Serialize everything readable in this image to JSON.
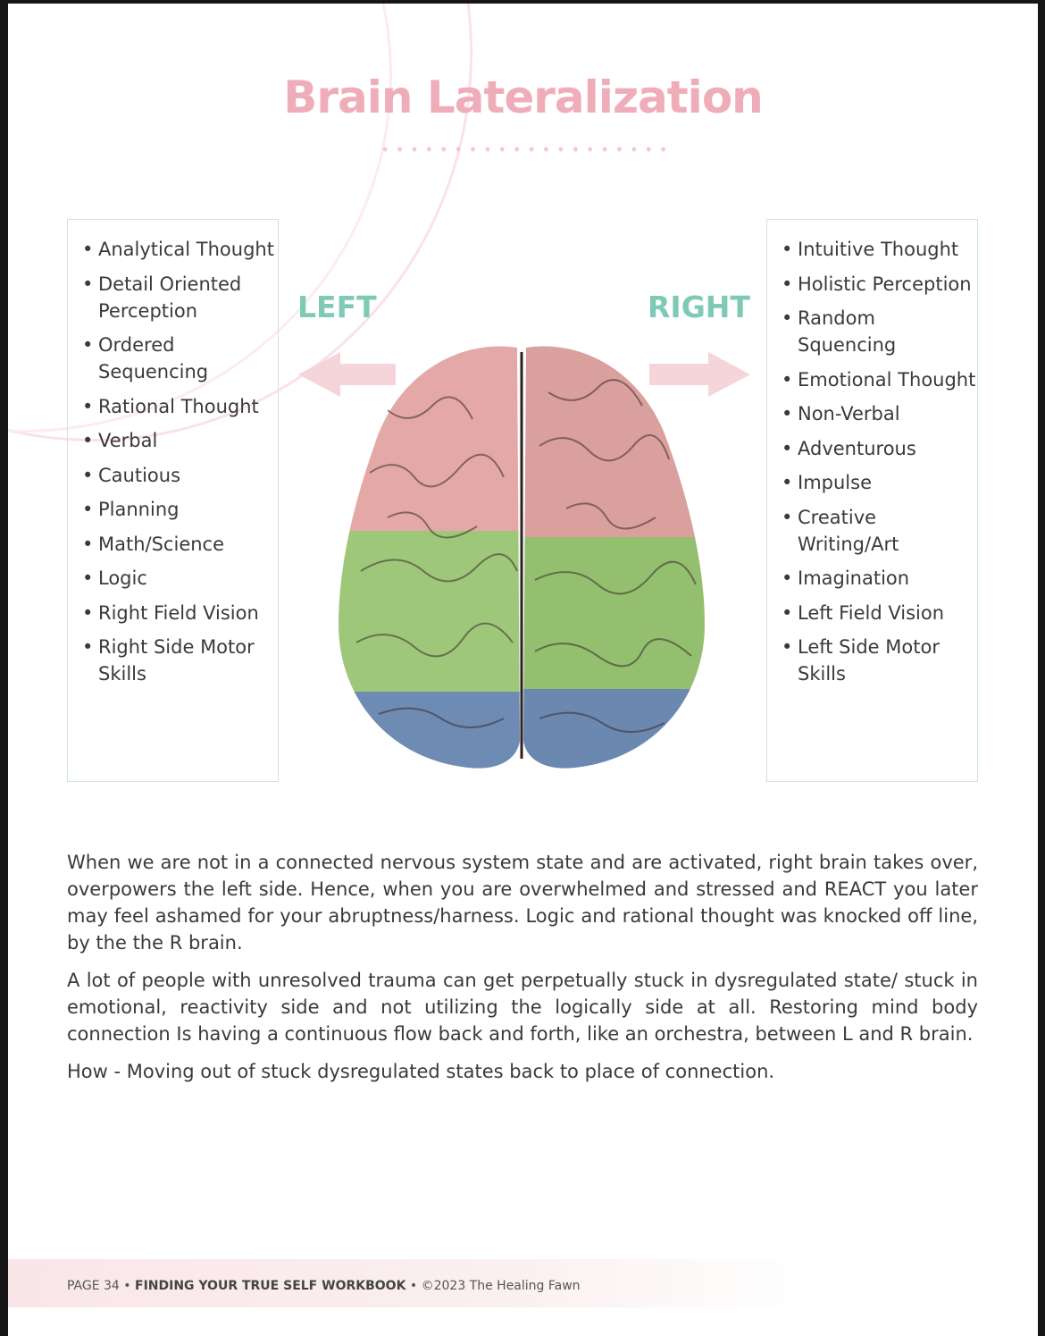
{
  "title": "Brain Lateralization",
  "left": {
    "label": "LEFT",
    "items": [
      "Analytical Thought",
      "Detail Oriented Perception",
      "Ordered Sequencing",
      "Rational Thought",
      "Verbal",
      "Cautious",
      "Planning",
      "Math/Science",
      "Logic",
      "Right Field Vision",
      "Right Side Motor Skills"
    ]
  },
  "right": {
    "label": "RIGHT",
    "items": [
      "Intuitive Thought",
      "Holistic Perception",
      "Random Squencing",
      "Emotional Thought",
      "Non-Verbal",
      "Adventurous",
      "Impulse",
      "Creative Writing/Art",
      "Imagination",
      "Left Field Vision",
      "Left Side Motor Skills"
    ]
  },
  "paragraphs": [
    "When we are not in a connected nervous system state and are activated, right brain takes over, overpowers the left side. Hence, when you are overwhelmed and stressed and REACT you later may feel ashamed for your abruptness/harness. Logic and rational thought was knocked off line, by the the R brain.",
    "A lot of people with unresolved trauma can get perpetually stuck in dysregulated state/ stuck in emotional, reactivity side and not utilizing the logically side at all. Restoring mind body connection Is having a continuous flow back and forth, like an orchestra, between L and R brain.",
    "How - Moving out of stuck dysregulated states back to place of connection."
  ],
  "footer": {
    "page": "PAGE 34",
    "sep": " • ",
    "book": "FINDING YOUR TRUE SELF WORKBOOK",
    "copyright": "©2023 The Healing Fawn"
  }
}
